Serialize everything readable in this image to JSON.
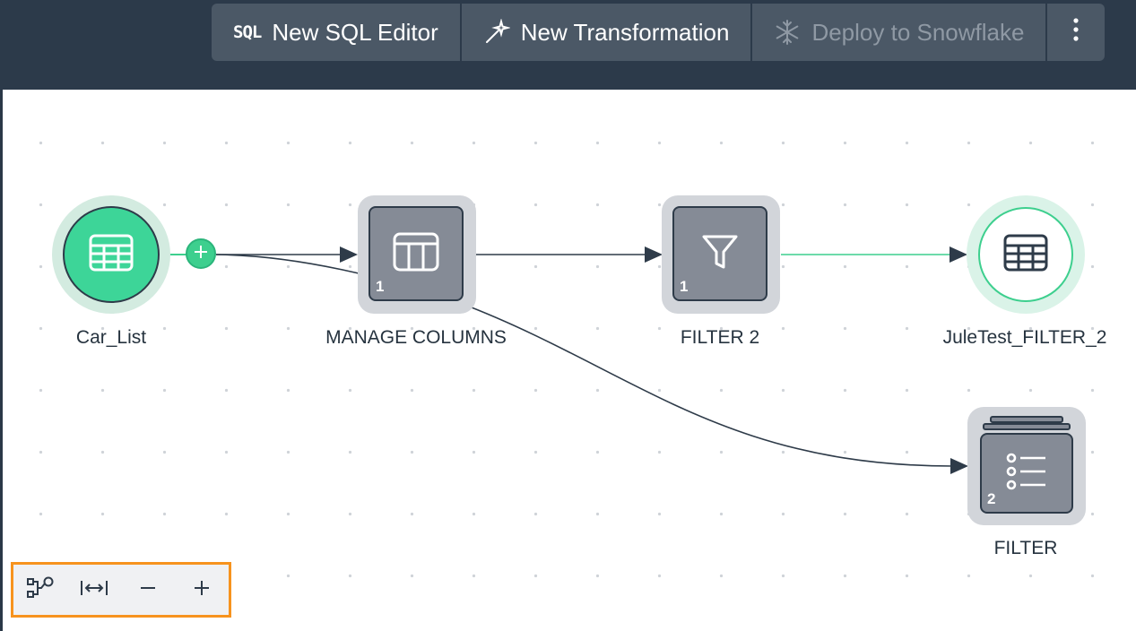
{
  "toolbar": {
    "sql_icon_text": "SQL",
    "new_sql_editor": "New SQL Editor",
    "new_transformation": "New Transformation",
    "deploy_to_snowflake": "Deploy to Snowflake",
    "more_icon": "vertical-ellipsis-icon"
  },
  "nodes": {
    "car_list": {
      "label": "Car_List",
      "icon": "table-icon"
    },
    "manage_columns": {
      "label": "MANAGE COLUMNS",
      "icon": "columns-icon",
      "badge": "1"
    },
    "filter_2": {
      "label": "FILTER 2",
      "icon": "funnel-icon",
      "badge": "1"
    },
    "jule_test": {
      "label": "JuleTest_FILTER_2",
      "icon": "table-icon"
    },
    "filter": {
      "label": "FILTER",
      "icon": "list-icon",
      "badge": "2"
    }
  },
  "zoom_controls": [
    "auto-layout-icon",
    "fit-width-icon",
    "zoom-out-icon",
    "zoom-in-icon"
  ],
  "colors": {
    "header_bg": "#2c3a4a",
    "button_bg": "#4b5866",
    "source_green": "#3dd598",
    "target_edge": "#3dcf8e",
    "operator_gray": "#858b96",
    "highlight_orange": "#f7931e"
  }
}
